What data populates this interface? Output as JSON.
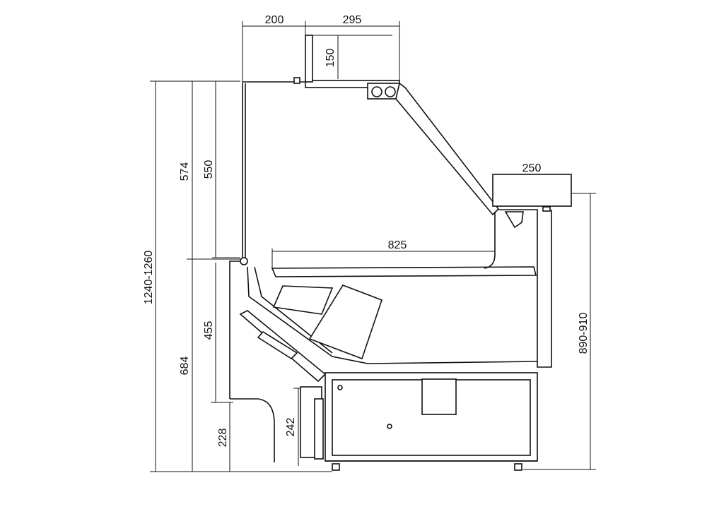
{
  "dimensions": {
    "top_left_width": "200",
    "top_right_width": "295",
    "canopy_height": "150",
    "total_height": "1240-1260",
    "upper_height": "574",
    "glass_height": "550",
    "lower_height": "684",
    "front_panel_height": "455",
    "plinth_height": "228",
    "compressor_height": "242",
    "display_depth": "825",
    "top_shelf_width": "250",
    "counter_height": "890-910"
  },
  "colors": {
    "line": "#111111",
    "background": "#ffffff"
  }
}
